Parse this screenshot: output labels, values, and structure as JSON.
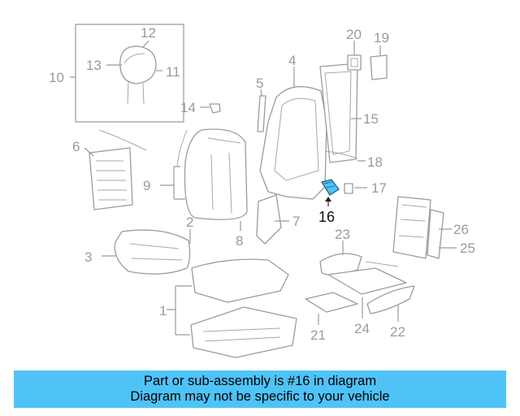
{
  "callouts": {
    "c1": "1",
    "c2": "2",
    "c3": "3",
    "c4": "4",
    "c5": "5",
    "c6": "6",
    "c7": "7",
    "c8": "8",
    "c9": "9",
    "c10": "10",
    "c11": "11",
    "c12": "12",
    "c13": "13",
    "c14": "14",
    "c15": "15",
    "c16": "16",
    "c17": "17",
    "c18": "18",
    "c19": "19",
    "c20": "20",
    "c21": "21",
    "c22": "22",
    "c23": "23",
    "c24": "24",
    "c25": "25",
    "c26": "26"
  },
  "highlight": {
    "part": "16",
    "color": "#4fc3f7"
  },
  "banner": {
    "line1": "Part or sub-assembly is #16 in diagram",
    "line2": "Diagram may not be specific to your vehicle",
    "color": "#4fc3f7"
  }
}
